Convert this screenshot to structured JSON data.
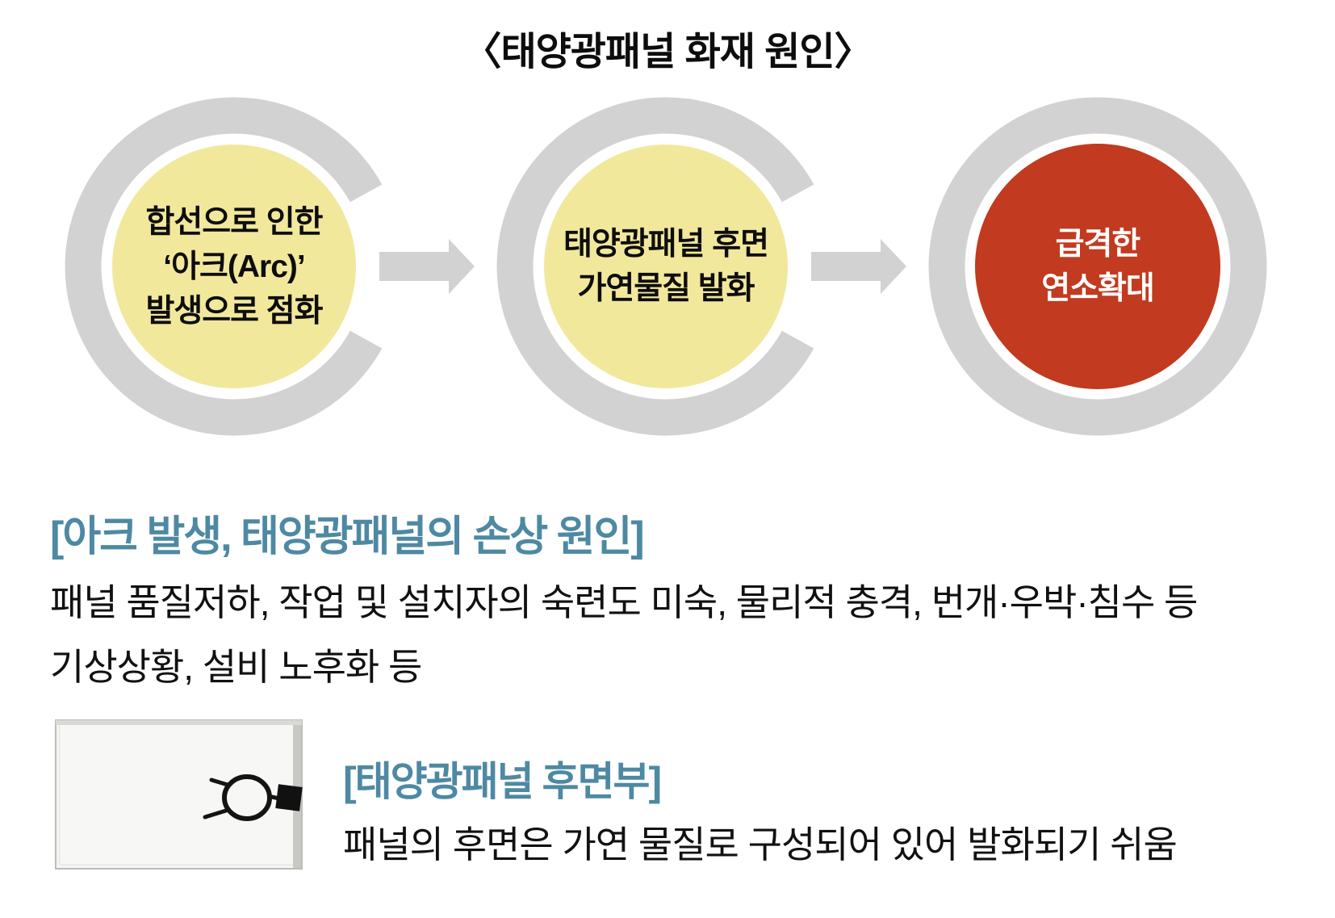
{
  "title": "〈태양광패널 화재 원인〉",
  "colors": {
    "ring_gray": "#d2d2d2",
    "step_yellow": "#f2e89c",
    "step_red": "#c23a1f",
    "heading_blue": "#4e89a3",
    "text_black": "#0d0d0d"
  },
  "flow": {
    "steps": [
      {
        "label": "합선으로 인한\n‘아크(Arc)’\n발생으로 점화"
      },
      {
        "label": "태양광패널 후면\n가연물질 발화"
      },
      {
        "label": "급격한\n연소확대"
      }
    ],
    "arrow_icon": "right-arrow"
  },
  "section_arc": {
    "heading": "[아크 발생, 태양광패널의 손상 원인]",
    "body": "패널 품질저하, 작업 및 설치자의 숙련도 미숙, 물리적 충격, 번개·우박·침수 등\n기상상황, 설비 노후화 등"
  },
  "section_rear": {
    "heading": "[태양광패널 후면부]",
    "body": "패널의 후면은 가연 물질로 구성되어 있어 발화되기 쉬움",
    "image_name": "solar-panel-rear-photo"
  }
}
